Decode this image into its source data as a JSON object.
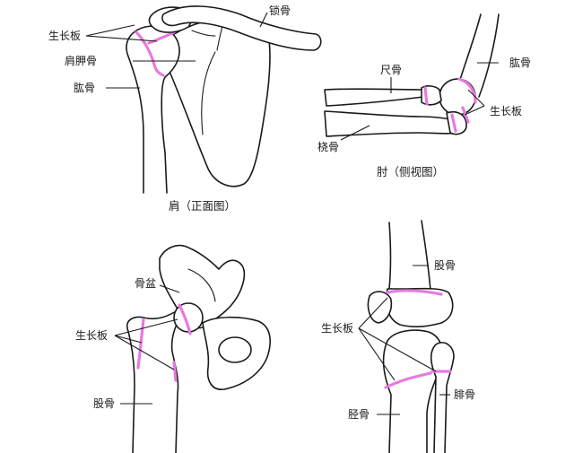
{
  "colors": {
    "growth_plate": "#e879e0",
    "outline": "#1a1a1a",
    "background": "#ffffff"
  },
  "shoulder": {
    "caption": "肩（正面图）",
    "labels": {
      "clavicle": "锁骨",
      "growth_plate": "生长板",
      "scapula": "肩胛骨",
      "humerus": "肱骨"
    }
  },
  "elbow": {
    "caption": "肘（侧视图）",
    "labels": {
      "ulna": "尺骨",
      "humerus": "肱骨",
      "growth_plate": "生长板",
      "radius": "桡骨"
    }
  },
  "hip": {
    "labels": {
      "pelvis": "骨盆",
      "growth_plate": "生长板",
      "femur": "股骨"
    }
  },
  "knee": {
    "labels": {
      "femur": "股骨",
      "growth_plate": "生长板",
      "tibia": "胫骨",
      "fibula": "腓骨"
    }
  }
}
